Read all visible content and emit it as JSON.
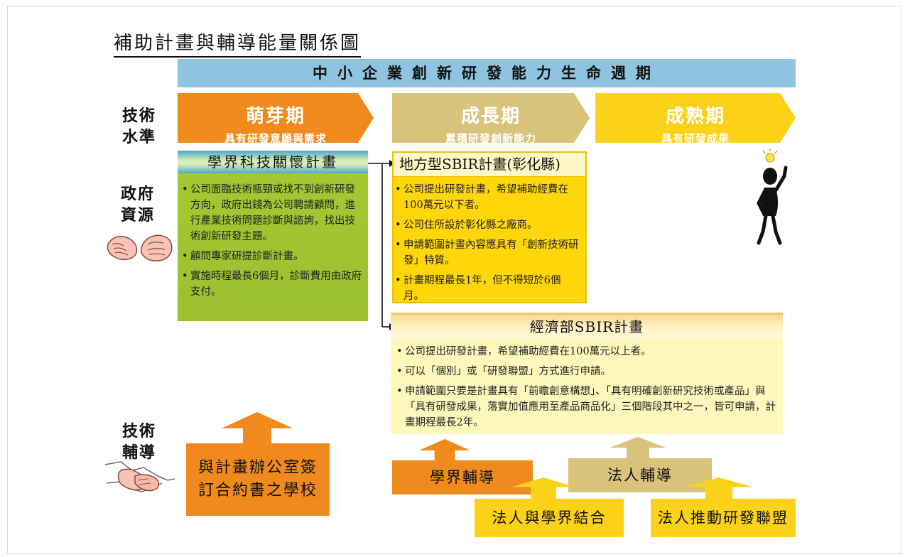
{
  "title": "補助計畫與輔導能量關係圖",
  "banner": "中小企業創新研發能力生命週期",
  "side_labels": {
    "tech_level": [
      "技術",
      "水準"
    ],
    "gov_resource": [
      "政府",
      "資源"
    ],
    "tech_guidance": [
      "技術",
      "輔導"
    ]
  },
  "phases": [
    {
      "title": "萌芽期",
      "subtitle": "具有研發意願與需求",
      "color": "#f08a1d"
    },
    {
      "title": "成長期",
      "subtitle": "累積研發創新能力",
      "color": "#d9c27a"
    },
    {
      "title": "成熟期",
      "subtitle": "具有研發成果",
      "color": "#fcd11a"
    }
  ],
  "academia_plan": {
    "heading": "學界科技關懷計畫",
    "bullets": [
      "公司面臨技術瓶頸或找不到創新研發方向，政府出錢為公司聘請顧問，進行產業技術問題診斷與諮詢，找出技術創新研發主題。",
      "顧問專家研提診斷計畫。",
      "實施時程最長6個月，診斷費用由政府支付。"
    ]
  },
  "local_sbir": {
    "heading": "地方型SBIR計畫(彰化縣)",
    "bullets": [
      "公司提出研發計畫，希望補助經費在100萬元以下者。",
      "公司住所設於彰化縣之廠商。",
      "申請範圍計畫內容應具有「創新技術研發」特質。",
      "計畫期程最長1年，但不得短於6個月。"
    ]
  },
  "moea_sbir": {
    "heading": "經濟部SBIR計畫",
    "bullets": [
      "公司提出研發計畫，希望補助經費在100萬元以上者。",
      "可以「個別」或「研發聯盟」方式進行申請。",
      "申請範圍只要是計畫具有「前瞻創意構想」、「具有明確創新研究技術或產品」與「具有研發成果，落實加值應用至產品商品化」三個階段其中之一，皆可申請，計畫期程最長2年。"
    ]
  },
  "guidance": {
    "school_contract": [
      "與計畫辦公室簽",
      "訂合約書之學校"
    ],
    "academia_guidance": "學界輔導",
    "legal_guidance": "法人輔導",
    "legal_academia": "法人與學界結合",
    "legal_alliance": "法人推動研發聯盟"
  },
  "colors": {
    "banner": "#8ec4df",
    "orange": "#f08a1d",
    "tan": "#d9c27a",
    "yellow": "#fcd11a",
    "green": "#a6c832"
  }
}
